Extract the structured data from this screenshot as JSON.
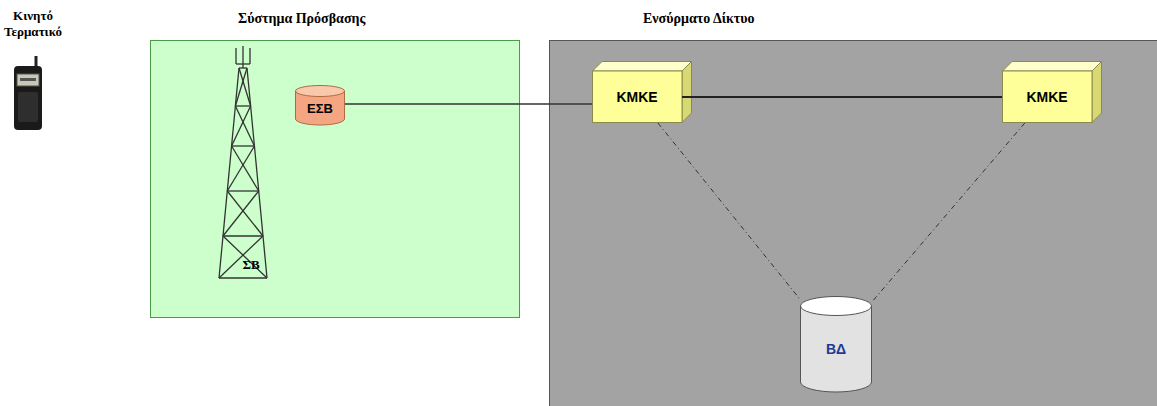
{
  "diagram": {
    "nodes": [
      {
        "text": [
          "Σύστημα Πρόσβασης"
        ]
      },
      {
        "text": [
          "ΕΣΒ"
        ],
        "in": 0
      },
      {
        "text": [
          "Ενσύρματο Δίκτυο"
        ]
      },
      {
        "text": [
          "ΚΜΚΕ"
        ],
        "in": 2
      },
      {
        "text": [
          "ΚΜΚΕ"
        ],
        "in": 2
      },
      {
        "text": [
          "ΒΔ"
        ],
        "in": 2
      }
    ],
    "edges": [
      {
        "from": 1,
        "to": 3,
        "arrow": "none"
      },
      {
        "from": 3,
        "to": 4,
        "arrow": "none"
      },
      {
        "from": 3,
        "to": 5,
        "arrow": "none"
      },
      {
        "from": 4,
        "to": 5,
        "arrow": "none"
      }
    ],
    "labels": [
      "Κινητό Τερματικό",
      "ΣΒ"
    ]
  }
}
